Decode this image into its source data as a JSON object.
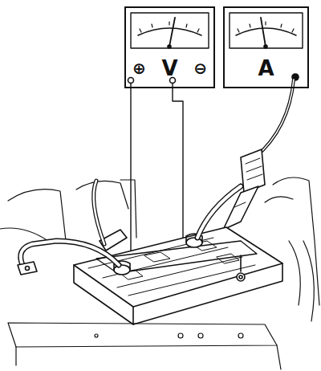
{
  "diagram": {
    "nodes": [
      {
        "text": [
          "⊕",
          "V",
          "⊖"
        ]
      },
      {
        "text": [
          "A"
        ]
      }
    ]
  }
}
